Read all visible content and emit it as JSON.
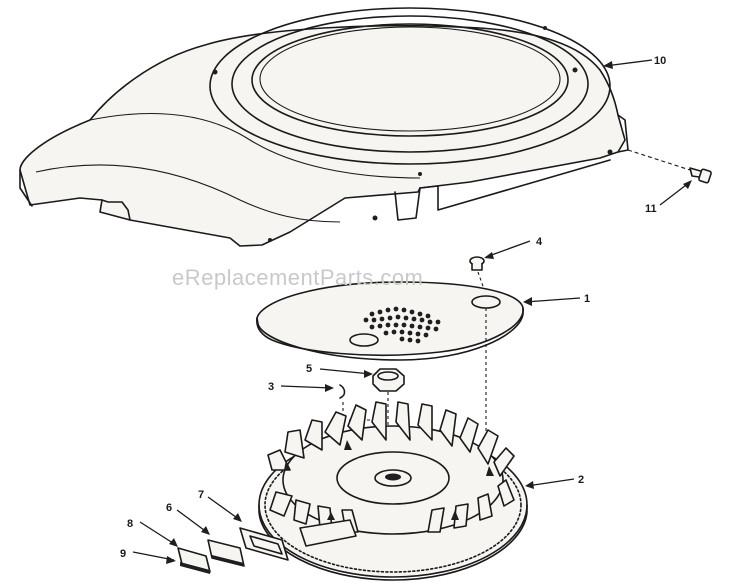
{
  "watermark": "eReplacementParts.com",
  "callouts": {
    "c1": "1",
    "c2": "2",
    "c3": "3",
    "c4": "4",
    "c5": "5",
    "c6": "6",
    "c7": "7",
    "c8": "8",
    "c9": "9",
    "c10": "10",
    "c11": "11"
  },
  "colors": {
    "ink": "#1a1a1a",
    "part_fill": "#f6f5f2",
    "watermark": "#c9c9c9",
    "background": "#ffffff"
  }
}
